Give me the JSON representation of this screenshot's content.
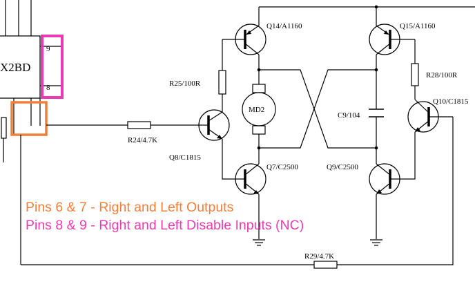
{
  "chip": {
    "name": "X2BD",
    "pin_top": "9",
    "pin_bottom": "8"
  },
  "labels": {
    "q14": "Q14/A1160",
    "q15": "Q15/A1160",
    "r25": "R25/100R",
    "r28": "R28/100R",
    "motor": "MD2",
    "c9": "C9/104",
    "q10": "Q10/C1815",
    "r24": "R24/4.7K",
    "q8": "Q8/C1815",
    "q7": "Q7/C2500",
    "q9": "Q9/C2500",
    "r29": "R29/4.7K"
  },
  "annotations": {
    "outputs": "Pins 6 & 7 - Right and Left Outputs",
    "disable": "Pins 8 & 9 - Right and Left Disable Inputs (NC)"
  },
  "colors": {
    "outputs_box": "#f07f3a",
    "disable_box": "#e83cb0",
    "wire": "#000000"
  }
}
